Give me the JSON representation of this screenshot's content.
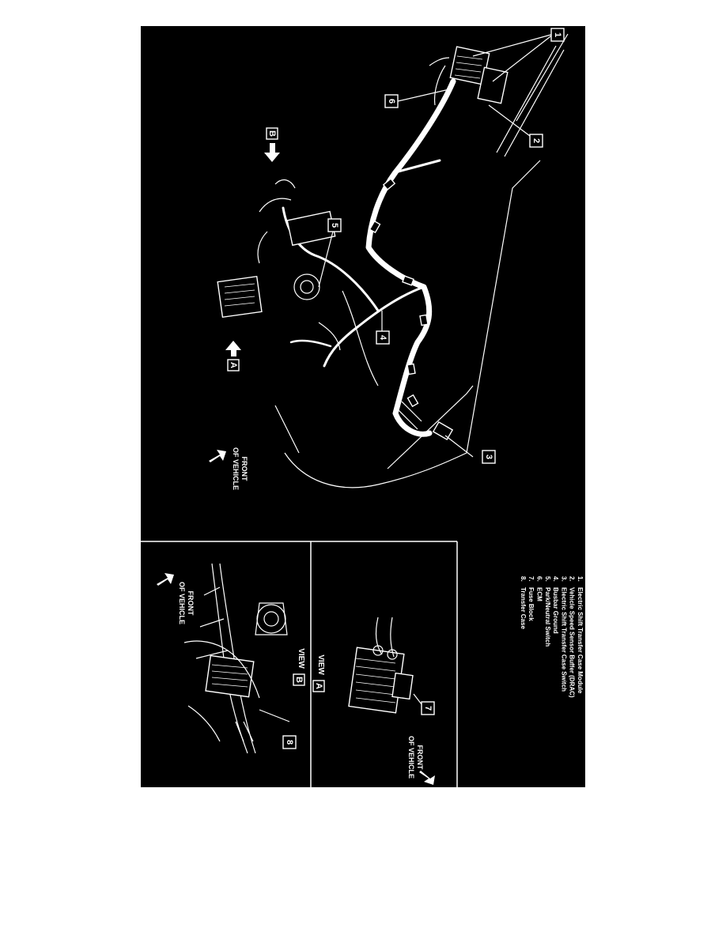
{
  "main_view": {
    "front_label_line1": "FRONT",
    "front_label_line2": "OF VEHICLE",
    "view_marker_a": "A",
    "view_marker_b": "B",
    "callouts": [
      "1",
      "2",
      "3",
      "4",
      "5",
      "6"
    ]
  },
  "view_b": {
    "title": "VIEW",
    "marker": "B",
    "front_label_line1": "FRONT",
    "front_label_line2": "OF VEHICLE",
    "callout": "8"
  },
  "view_a": {
    "title": "VIEW",
    "marker": "A",
    "front_label_line1": "FRONT",
    "front_label_line2": "OF VEHICLE",
    "callout": "7"
  },
  "legend": [
    {
      "num": "1.",
      "text": "Electric Shift Transfer Case Module"
    },
    {
      "num": "2.",
      "text": "Vehicle Speed Sensor Buffer (DRAC)"
    },
    {
      "num": "3.",
      "text": "Electric Shift Transfer Case Switch"
    },
    {
      "num": "4.",
      "text": "Busbar Ground"
    },
    {
      "num": "5.",
      "text": "Park/Neutral Switch"
    },
    {
      "num": "6.",
      "text": "ECM"
    },
    {
      "num": "7.",
      "text": "Fuse Block"
    },
    {
      "num": "8.",
      "text": "Transfer Case"
    }
  ]
}
